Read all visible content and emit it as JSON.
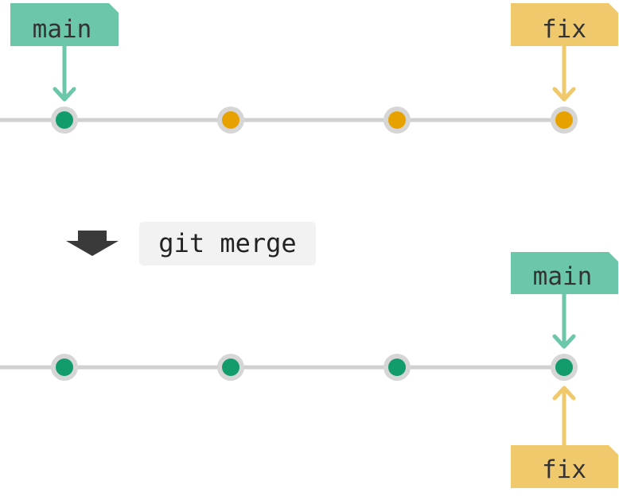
{
  "colors": {
    "main_branch": "#6cc6aa",
    "fix_branch": "#f0c96c",
    "main_commit": "#129b6b",
    "fix_commit": "#e8a200",
    "commit_ring": "#d6d6d6",
    "track": "#d0d0d0",
    "command_bg": "#f2f2f2",
    "transition_arrow": "#3a3a3a",
    "label_text": "#333333"
  },
  "before": {
    "commits": [
      "main",
      "fix",
      "fix",
      "fix"
    ],
    "main_label": "main",
    "fix_label": "fix"
  },
  "command": {
    "text": "git merge",
    "icon": "down-arrow-icon"
  },
  "after": {
    "commits": [
      "main",
      "main",
      "main",
      "main"
    ],
    "main_label": "main",
    "fix_label": "fix"
  }
}
